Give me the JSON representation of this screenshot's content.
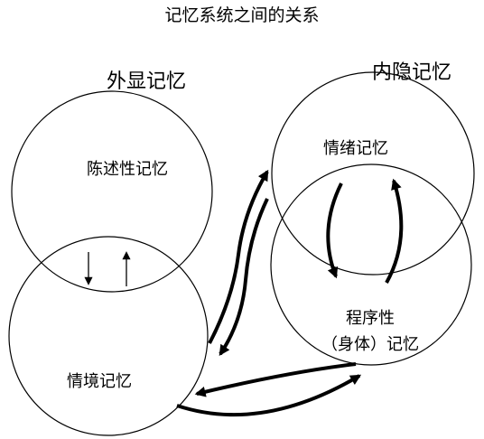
{
  "title": "记忆系统之间的关系",
  "groups": {
    "explicit": "外显记忆",
    "implicit": "内隐记忆"
  },
  "nodes": {
    "declarative": "陈述性记忆",
    "episodic": "情境记忆",
    "emotional": "情绪记忆",
    "procedural_line1": "程序性",
    "procedural_line2": "（身体）记忆"
  },
  "colors": {
    "stroke": "#000000",
    "background": "#ffffff"
  }
}
